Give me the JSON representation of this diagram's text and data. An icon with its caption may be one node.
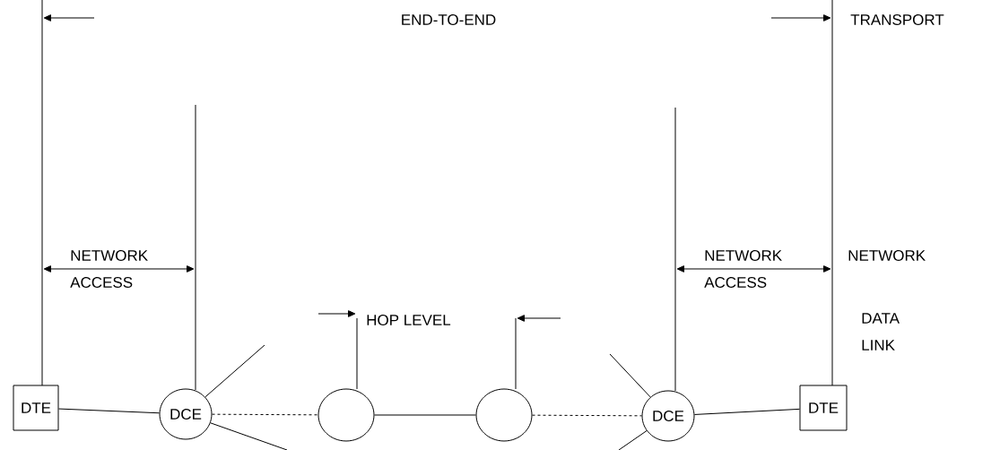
{
  "diagram": {
    "nodes": [
      {
        "text": [
          "DTE"
        ]
      },
      {
        "text": [
          "DCE"
        ]
      },
      {
        "text": [],
        "shape": "circle"
      },
      {
        "text": [],
        "shape": "circle"
      },
      {
        "text": [
          "DCE"
        ]
      },
      {
        "text": [
          "DTE"
        ]
      }
    ],
    "edges": [
      {
        "from": 0,
        "to": 1,
        "arrow": "none"
      },
      {
        "from": 1,
        "to": 2,
        "arrow": "none",
        "style": "dashed"
      },
      {
        "from": 2,
        "to": 3,
        "arrow": "none"
      },
      {
        "from": 3,
        "to": 4,
        "arrow": "none",
        "style": "dashed"
      },
      {
        "from": 4,
        "to": 5,
        "arrow": "none"
      },
      {
        "from": null,
        "to": 1,
        "arrow": "none"
      },
      {
        "from": null,
        "to": 1,
        "arrow": "none"
      },
      {
        "from": null,
        "to": 4,
        "arrow": "none"
      },
      {
        "from": null,
        "to": 4,
        "arrow": "none"
      }
    ],
    "labels": [
      "END-TO-END",
      "TRANSPORT",
      "NETWORK ACCESS",
      "NETWORK ACCESS",
      "NETWORK",
      "HOP LEVEL",
      "DATA LINK"
    ]
  }
}
